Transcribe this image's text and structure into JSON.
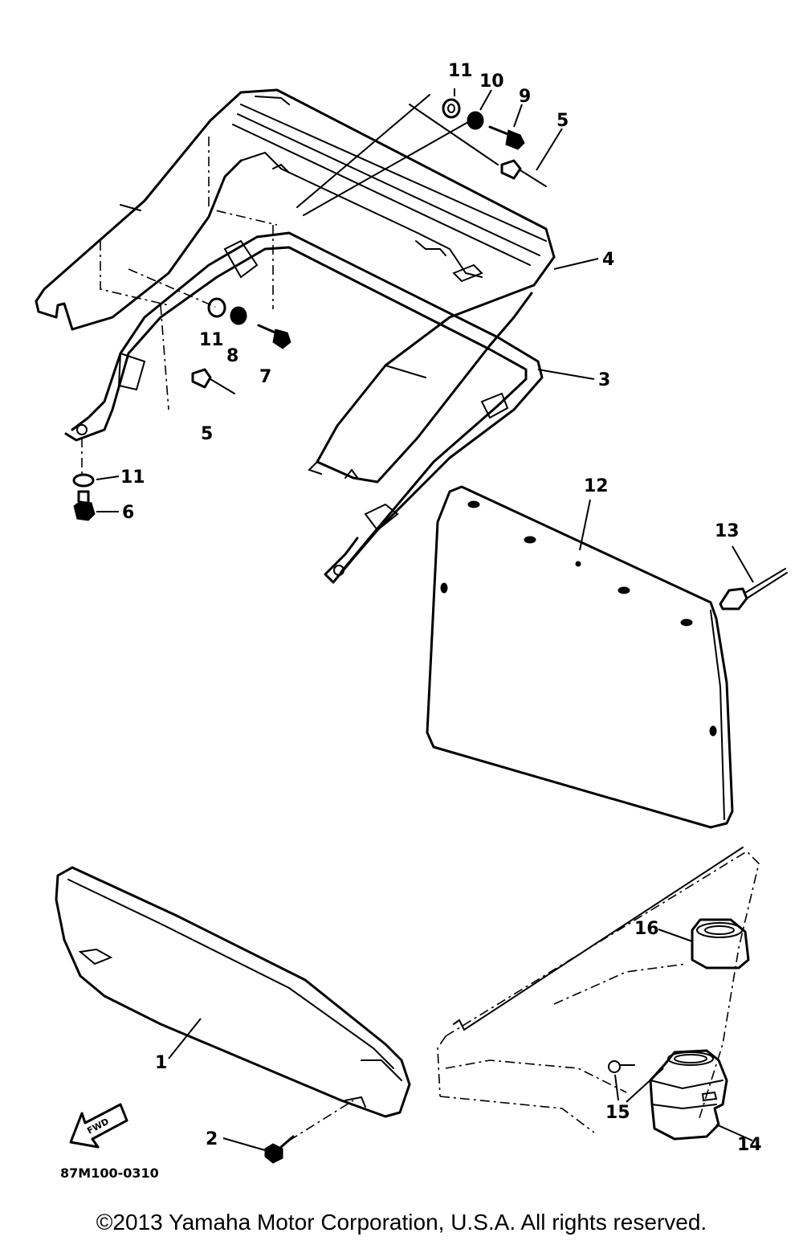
{
  "diagram": {
    "drawing_code": "87M100-0310",
    "fwd_label": "FWD",
    "copyright": "©2013 Yamaha Motor Corporation, U.S.A. All rights reserved.",
    "callouts": {
      "c1": "1",
      "c2": "2",
      "c3": "3",
      "c4": "4",
      "c5a": "5",
      "c5b": "5",
      "c6": "6",
      "c7": "7",
      "c8": "8",
      "c9": "9",
      "c10": "10",
      "c11a": "11",
      "c11b": "11",
      "c11c": "11",
      "c12": "12",
      "c13": "13",
      "c14": "14",
      "c15": "15",
      "c16": "16"
    }
  }
}
